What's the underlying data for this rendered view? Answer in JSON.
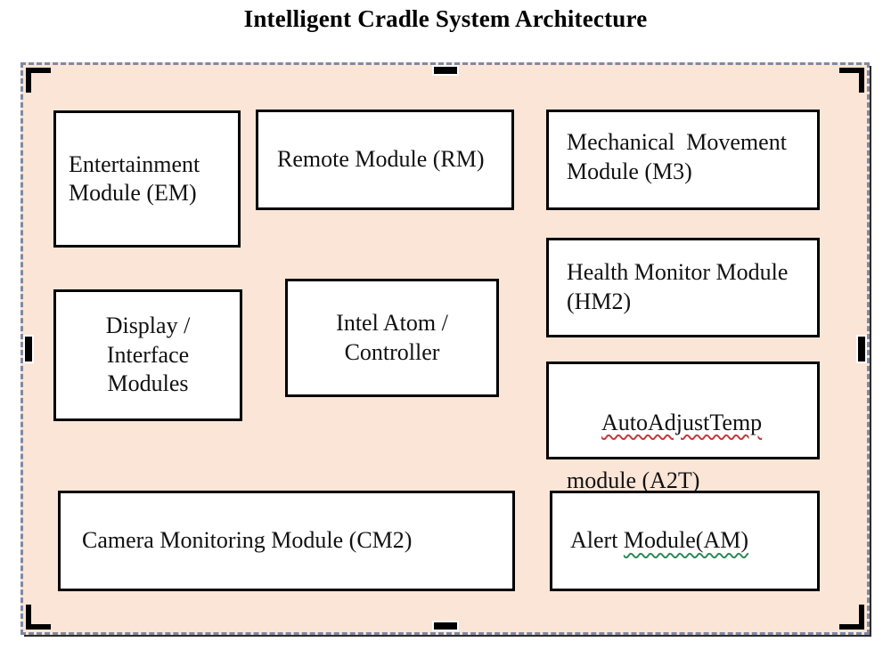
{
  "title": "Intelligent Cradle System Architecture",
  "canvas": {
    "fill_color": "#FBE5D6",
    "selection_border_color": "#7E89A3",
    "handle_color": "#000000",
    "shadow_color": "#2B2B2B"
  },
  "modules": {
    "entertainment": {
      "label": "Entertainment\nModule (EM)"
    },
    "remote": {
      "label": "Remote Module (RM)"
    },
    "mechanical": {
      "label": "Mechanical  Movement\nModule (M3)"
    },
    "display": {
      "label": "Display /\nInterface\nModules"
    },
    "controller": {
      "label": "Intel Atom /\nController"
    },
    "health": {
      "label": "Health Monitor Module\n(HM2)"
    },
    "a2t": {
      "line1": "AutoAdjustTemp",
      "line2": "module (A2T)"
    },
    "camera": {
      "label": "Camera Monitoring Module (CM2)"
    },
    "alert": {
      "prefix": "Alert ",
      "underlined": "Module(AM)"
    }
  },
  "spellcheck": {
    "red_squiggle_color": "#C23B3B",
    "green_squiggle_color": "#2E8B57",
    "red_squiggle_word": "AutoAdjustTemp",
    "green_squiggle_phrase": "Module(AM)"
  }
}
